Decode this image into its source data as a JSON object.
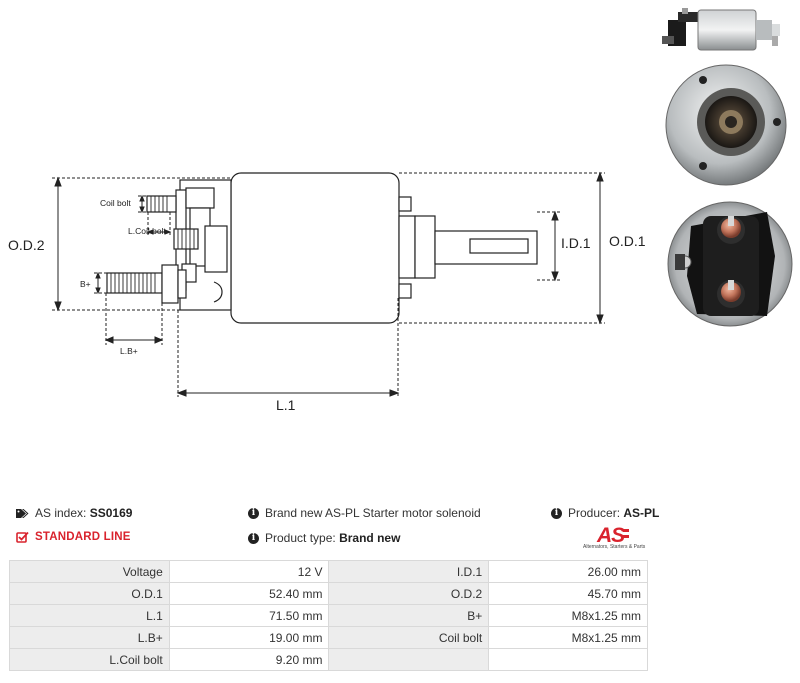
{
  "drawing": {
    "labels": {
      "od2": "O.D.2",
      "od1": "O.D.1",
      "id1": "I.D.1",
      "l1": "L.1",
      "coil_bolt": "Coil bolt",
      "l_coil_bolt": "L.Coil bolt",
      "b_plus": "B+",
      "lb_plus": "L.B+"
    }
  },
  "photos": [
    "solenoid-side-photo",
    "solenoid-front-photo",
    "solenoid-terminal-photo"
  ],
  "info": {
    "as_index_label": "AS index:",
    "as_index_value": "SS0169",
    "standard_line": "STANDARD LINE",
    "description": "Brand new AS-PL Starter motor solenoid",
    "product_type_label": "Product type:",
    "product_type_value": "Brand new",
    "producer_label": "Producer:",
    "producer_value": "AS-PL"
  },
  "logo": {
    "text": "AS",
    "tagline": "Alternators, Starters & Parts",
    "color": "#d9232d"
  },
  "specs": [
    {
      "l1": "Voltage",
      "v1": "12 V",
      "l2": "I.D.1",
      "v2": "26.00 mm"
    },
    {
      "l1": "O.D.1",
      "v1": "52.40 mm",
      "l2": "O.D.2",
      "v2": "45.70 mm"
    },
    {
      "l1": "L.1",
      "v1": "71.50 mm",
      "l2": "B+",
      "v2": "M8x1.25 mm"
    },
    {
      "l1": "L.B+",
      "v1": "19.00 mm",
      "l2": "Coil bolt",
      "v2": "M8x1.25 mm"
    },
    {
      "l1": "L.Coil bolt",
      "v1": "9.20 mm",
      "l2": "",
      "v2": ""
    }
  ]
}
